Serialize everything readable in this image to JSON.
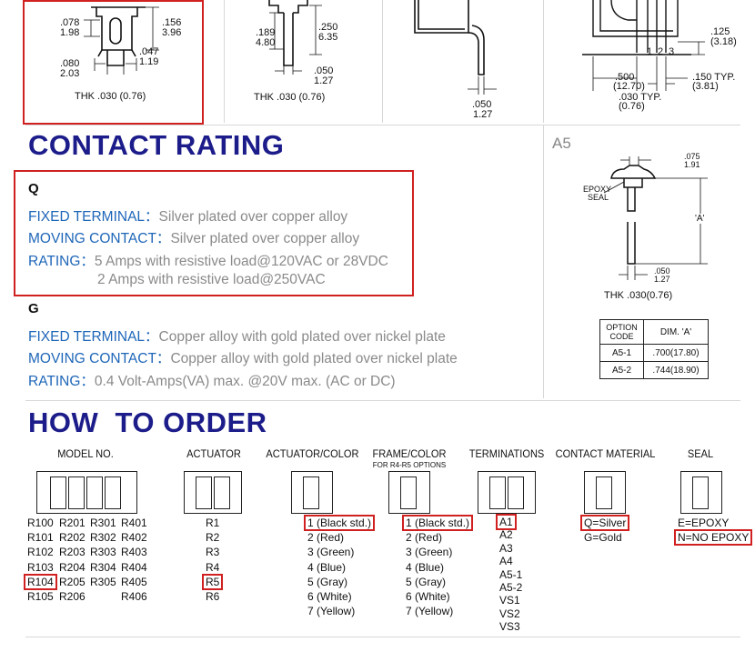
{
  "drawings": {
    "d1": {
      "w1": ".078",
      "w1mm": "1.98",
      "h1": ".156",
      "h1mm": "3.96",
      "w2": ".047",
      "w2mm": "1.19",
      "w3": ".080",
      "w3mm": "2.03",
      "thk": "THK .030 (0.76)"
    },
    "d2": {
      "h1": ".189",
      "h1mm": "4.80",
      "h2": ".250",
      "h2mm": "6.35",
      "w1": ".050",
      "w1mm": "1.27",
      "thk": "THK .030 (0.76)"
    },
    "d3": {
      "w1": ".050",
      "w1mm": "1.27"
    },
    "d4": {
      "d1": ".125",
      "d1mm": "(3.18)",
      "d2": ".500",
      "d2mm": "(12.70)",
      "d3": ".150 TYP.",
      "d3mm": "(3.81)",
      "d4": ".030 TYP.",
      "d4mm": "(0.76)",
      "pins": [
        "1",
        "2",
        "3"
      ]
    },
    "a5": {
      "label": "A5",
      "d1": ".075",
      "d1mm": "1.91",
      "epoxy": "EPOXY",
      "seal": "SEAL",
      "a": "'A'",
      "d2": ".050",
      "d2mm": "1.27",
      "thk": "THK .030(0.76)",
      "table_headers": [
        "OPTION CODE",
        "DIM. 'A'"
      ],
      "table_rows": [
        [
          "A5-1",
          ".700(17.80)"
        ],
        [
          "A5-2",
          ".744(18.90)"
        ]
      ]
    }
  },
  "contact_rating": {
    "title": "CONTACT RATING",
    "q": {
      "code": "Q",
      "fixed_label": "FIXED TERMINAL：",
      "fixed_value": "Silver plated over copper alloy",
      "moving_label": "MOVING CONTACT：",
      "moving_value": "Silver plated over copper alloy",
      "rating_label": "RATING：",
      "rating_value_1": "5 Amps with resistive load@120VAC or 28VDC",
      "rating_value_2": "2 Amps with resistive load@250VAC"
    },
    "g": {
      "code": "G",
      "fixed_label": "FIXED TERMINAL：",
      "fixed_value": "Copper alloy with gold plated over nickel plate",
      "moving_label": "MOVING CONTACT：",
      "moving_value": "Copper alloy with gold plated over nickel plate",
      "rating_label": "RATING：",
      "rating_value": "0.4 Volt-Amps(VA) max. @20V max. (AC or DC)"
    }
  },
  "how_to_order": {
    "title": "HOW  TO ORDER",
    "columns": [
      {
        "head": "MODEL NO."
      },
      {
        "head": "ACTUATOR"
      },
      {
        "head": "ACTUATOR/COLOR"
      },
      {
        "head": "FRAME/COLOR",
        "sub": "FOR R4-R5 OPTIONS"
      },
      {
        "head": "TERMINATIONS"
      },
      {
        "head": "CONTACT MATERIAL"
      },
      {
        "head": "SEAL"
      }
    ],
    "model_cols": [
      [
        "R100",
        "R101",
        "R102",
        "R103",
        "R104",
        "R105"
      ],
      [
        "R201",
        "R202",
        "R203",
        "R204",
        "R205",
        "R206"
      ],
      [
        "R301",
        "R302",
        "R303",
        "R304",
        "R305"
      ],
      [
        "R401",
        "R402",
        "R403",
        "R404",
        "R405",
        "R406"
      ]
    ],
    "actuator": [
      "R1",
      "R2",
      "R3",
      "R4",
      "R5",
      "R6"
    ],
    "actuator_color": [
      "1 (Black std.)",
      "2 (Red)",
      "3 (Green)",
      "4 (Blue)",
      "5 (Gray)",
      "6 (White)",
      "7 (Yellow)"
    ],
    "frame_color": [
      "1 (Black std.)",
      "2 (Red)",
      "3 (Green)",
      "4 (Blue)",
      "5 (Gray)",
      "6 (White)",
      "7 (Yellow)"
    ],
    "terminations": [
      "A1",
      "A2",
      "A3",
      "A4",
      "A5-1",
      "A5-2",
      "VS1",
      "VS2",
      "VS3"
    ],
    "contact_material": [
      "Q=Silver",
      "G=Gold"
    ],
    "seal": [
      "E=EPOXY",
      "N=NO EPOXY"
    ]
  },
  "colors": {
    "title_blue": "#1c1c8a",
    "label_blue": "#1e66b8",
    "value_gray": "#8a8a8a",
    "highlight_red": "#d02020"
  }
}
